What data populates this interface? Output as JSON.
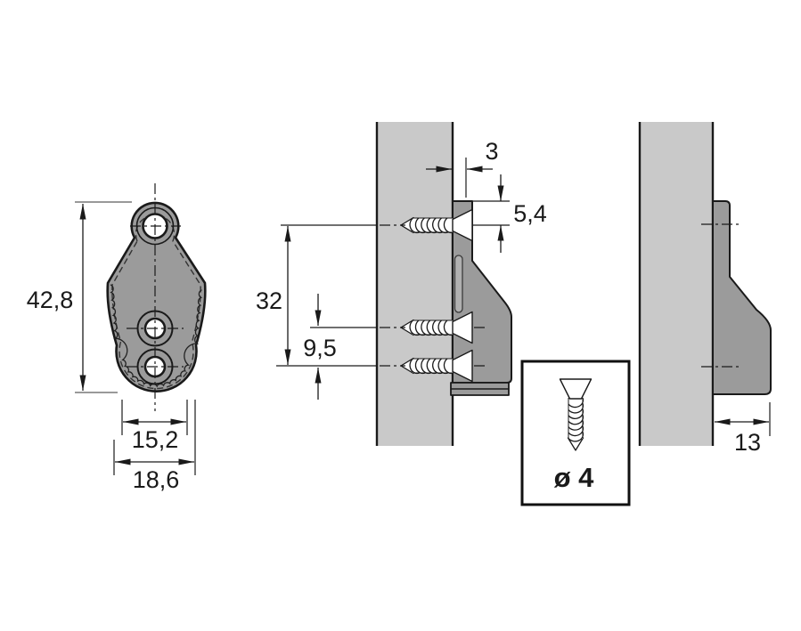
{
  "front_view": {
    "overall_height": "42,8",
    "body_width": "15,2",
    "overall_width": "18,6"
  },
  "section_view": {
    "edge_distance": "3",
    "top_hole_offset": "5,4",
    "hole_spacing_total": "32",
    "hole_spacing_lower": "9,5"
  },
  "side_view": {
    "mounting_depth": "13"
  },
  "screw_box": {
    "screw_diameter": "ø 4"
  },
  "colors": {
    "background": "#ffffff",
    "panel": "#c9c9c9",
    "part": "#9b9b9b",
    "slot": "#b0b0b0",
    "line": "#1a1a1a"
  }
}
